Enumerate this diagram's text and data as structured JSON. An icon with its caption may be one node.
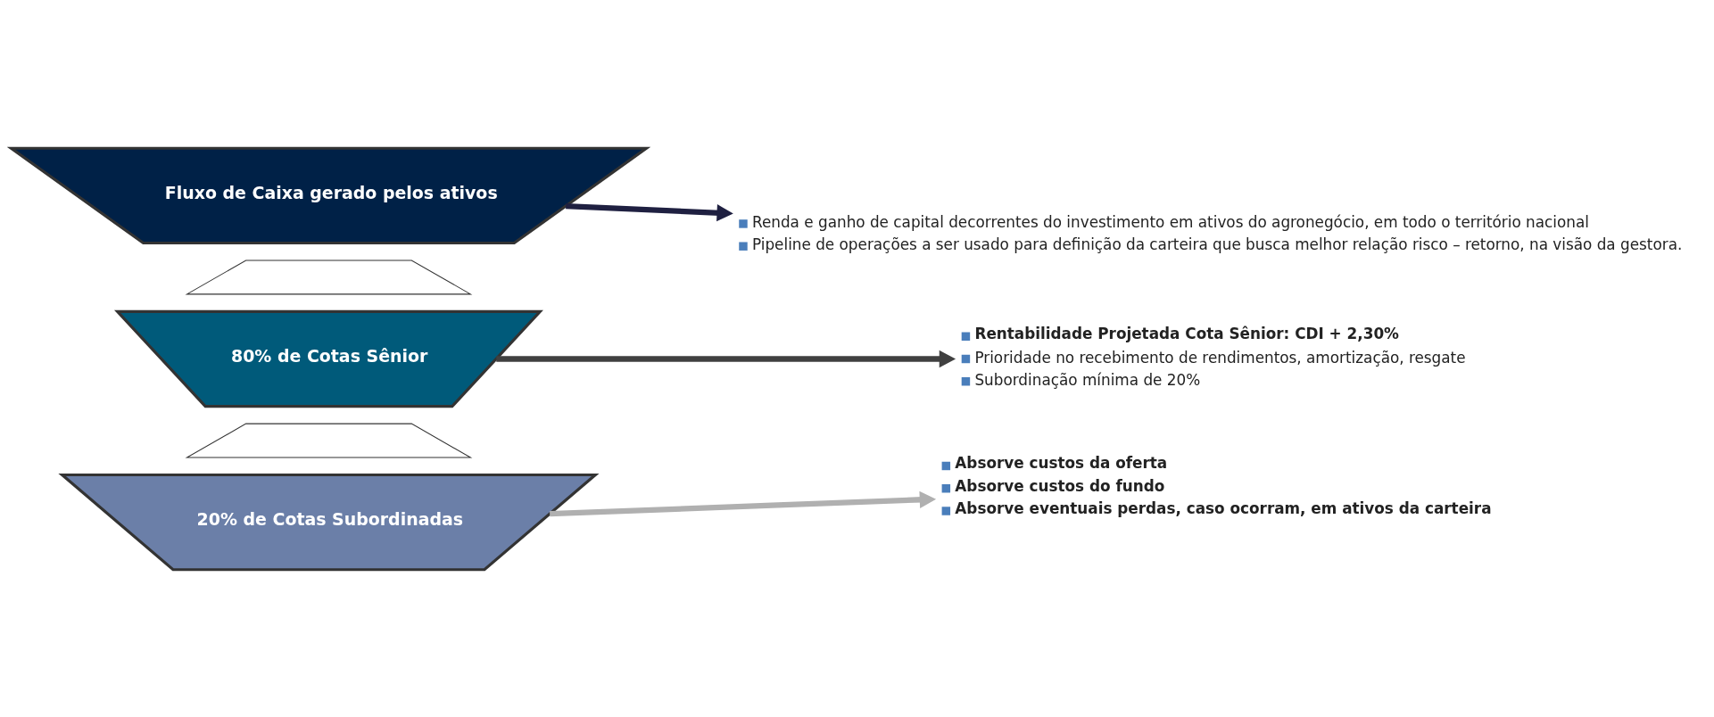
{
  "diagram": {
    "nodes": [
      {
        "text": [
          "Fluxo de Caixa gerado pelos ativos"
        ]
      },
      {
        "text": [],
        "shape": "trapezium"
      },
      {
        "text": [
          "80% de Cotas Sênior"
        ]
      },
      {
        "text": [],
        "shape": "trapezium"
      },
      {
        "text": [
          "20% de Cotas Subordinadas"
        ]
      },
      {
        "text": [
          "Renda e ganho de capital decorrentes do investimento em ativos do agronegócio, em todo o território nacional",
          "Pipeline de operações a ser usado para definição da carteira que busca melhor relação risco – retorno, na visão da gestora."
        ]
      },
      {
        "text": [
          "Rentabilidade Projetada Cota Sênior: CDI + 2,30%",
          "Prioridade no recebimento de rendimentos, amortização, resgate",
          "Subordinação mínima de 20%"
        ]
      },
      {
        "text": [
          "Absorve custos da oferta",
          "Absorve custos do fundo",
          "Absorve eventuais perdas, caso ocorram, em ativos da carteira"
        ]
      }
    ],
    "edges": [
      {
        "from": 0,
        "to": 5,
        "arrow": "to",
        "color": "#1f2041"
      },
      {
        "from": 2,
        "to": 6,
        "arrow": "to",
        "color": "#404040"
      },
      {
        "from": 4,
        "to": 7,
        "arrow": "to",
        "color": "#b0b0b0"
      }
    ]
  }
}
